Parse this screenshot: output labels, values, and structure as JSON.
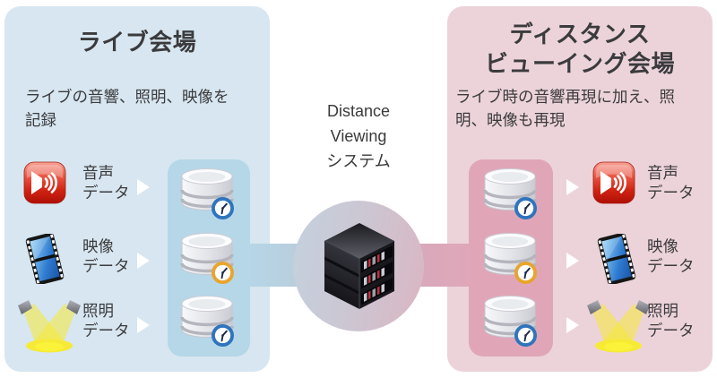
{
  "live_venue": {
    "title": "ライブ会場",
    "description": "ライブの音響、照明、映像を\n記録",
    "streams": [
      {
        "icon": "speaker-audio-icon",
        "label": "音声\nデータ"
      },
      {
        "icon": "film-video-icon",
        "label": "映像\nデータ"
      },
      {
        "icon": "spotlight-icon",
        "label": "照明\nデータ"
      }
    ],
    "storage_badges": [
      "clock-blue",
      "clock-orange",
      "clock-blue"
    ]
  },
  "hub": {
    "label": "Distance\nViewing\nシステム",
    "icon": "server-rack-icon"
  },
  "distance_venue": {
    "title": "ディスタンス\nビューイング会場",
    "description": "ライブ時の音響再現に加え、照\n明、映像も再現",
    "streams": [
      {
        "icon": "speaker-audio-icon",
        "label": "音声\nデータ"
      },
      {
        "icon": "film-video-icon",
        "label": "映像\nデータ"
      },
      {
        "icon": "spotlight-icon",
        "label": "照明\nデータ"
      }
    ],
    "storage_badges": [
      "clock-blue",
      "clock-orange",
      "clock-blue"
    ]
  },
  "colors": {
    "live_panel_bg": "#d7e6f0",
    "live_inner_bg": "#b5d7e8",
    "distance_panel_bg": "#ecd3da",
    "distance_inner_bg": "#e0a6b8",
    "audio_icon_red": "#d02413",
    "film_icon_blue": "#2e7bd0",
    "beam_yellow": "#f6e937",
    "clock_blue": "#2f74bd",
    "clock_orange": "#e9a42e",
    "text": "#3b3b3d"
  }
}
